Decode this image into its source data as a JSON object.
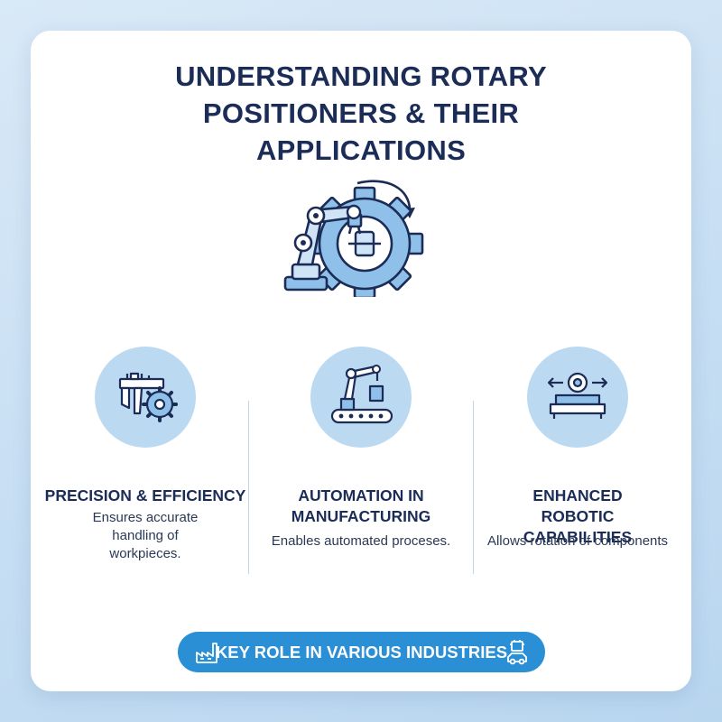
{
  "title_lines": [
    "UNDERSTANDING ROTARY",
    "POSITIONERS & THEIR",
    "APPLICATIONS"
  ],
  "features": [
    {
      "heading": "PRECISION & EFFICIENCY",
      "description": "Ensures accurate handling of workpieces.",
      "icon": "caliper-gear-icon"
    },
    {
      "heading": "AUTOMATION IN MANUFACTURING",
      "description": "Enables automated proceses.",
      "icon": "robot-arm-conveyor-icon"
    },
    {
      "heading": "ENHANCED ROBOTIC CAPABILITIES",
      "description": "Allows rotation of components",
      "icon": "rotary-table-icon"
    }
  ],
  "footer": {
    "label": "KEY ROLE IN VARIOUS INDUSTRIES",
    "left_icon": "factory-icon",
    "right_icon": "car-chip-icon"
  },
  "colors": {
    "navy": "#1b2c56",
    "accent_blue": "#2b8fd6",
    "circle_fill": "#bcd9f2",
    "background": "#c6def3"
  }
}
